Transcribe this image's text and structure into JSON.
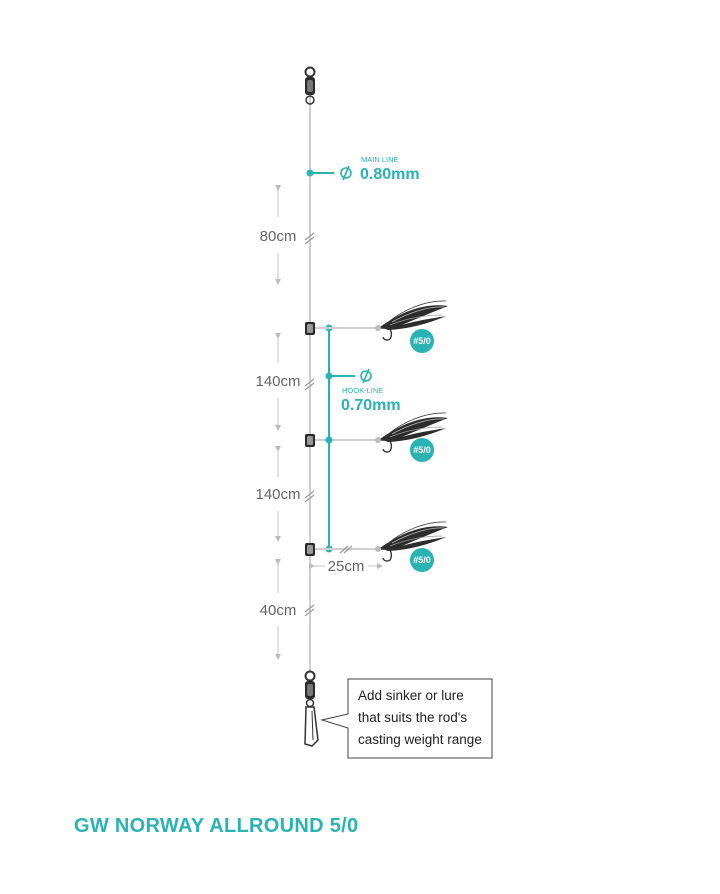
{
  "title": "GW NORWAY ALLROUND 5/0",
  "colors": {
    "accent": "#2ab3b3",
    "line": "#c8c8c8",
    "text": "#666666",
    "swivel": "#2a2a2a"
  },
  "main_line": {
    "label": "MAIN LINE",
    "value": "0.80mm",
    "icon": "diameter-icon"
  },
  "hook_line": {
    "label": "HOOK-LINE",
    "value": "0.70mm",
    "icon": "diameter-icon"
  },
  "dimensions": {
    "top": "80cm",
    "upper_gap": "140cm",
    "lower_gap": "140cm",
    "bottom": "40cm",
    "dropper": "25cm"
  },
  "hooks": [
    {
      "badge": "#5/0"
    },
    {
      "badge": "#5/0"
    },
    {
      "badge": "#5/0"
    }
  ],
  "callout": {
    "line1": "Add sinker or lure",
    "line2": "that suits the rod's",
    "line3": "casting weight range"
  }
}
